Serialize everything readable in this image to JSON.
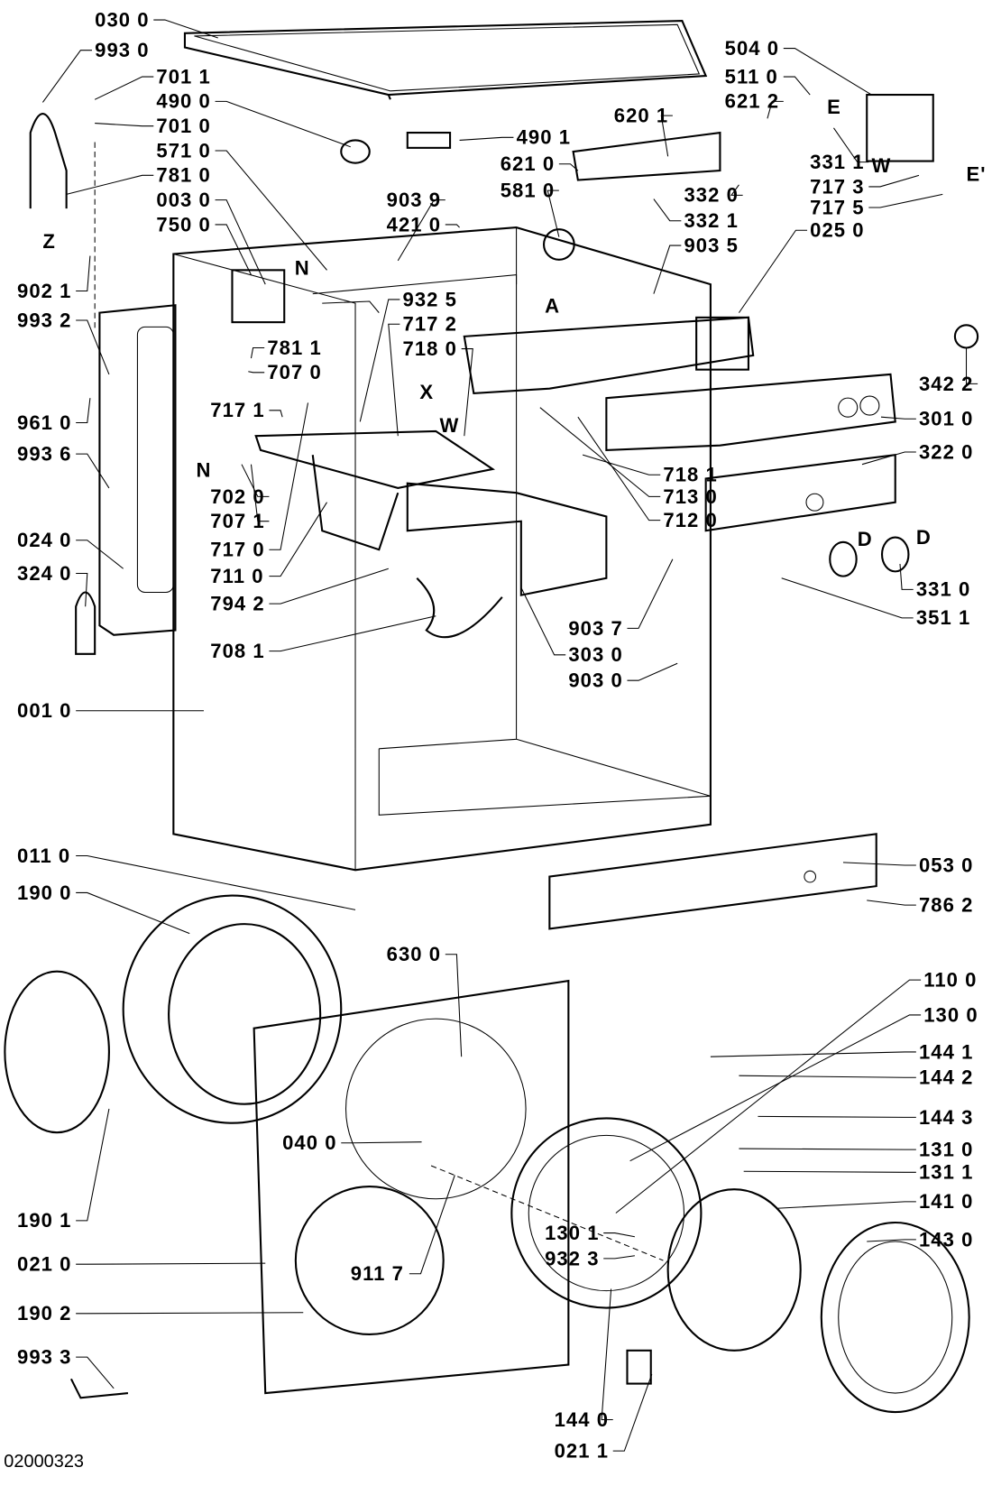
{
  "diagram": {
    "code": "02000323",
    "labels": [
      "030 0",
      "993 0",
      "701 1",
      "490 0",
      "701 0",
      "571 0",
      "781 0",
      "003 0",
      "750 0",
      "902 1",
      "993 2",
      "961 0",
      "993 6",
      "024 0",
      "324 0",
      "001 0",
      "011 0",
      "190 0",
      "190 1",
      "021 0",
      "190 2",
      "993 3",
      "490 1",
      "620 1",
      "621 2",
      "504 0",
      "511 0",
      "621 0",
      "581 0",
      "332 0",
      "332 1",
      "903 5",
      "331 1",
      "717 3",
      "717 5",
      "025 0",
      "903 9",
      "421 0",
      "932 5",
      "717 2",
      "718 0",
      "781 1",
      "707 0",
      "717 1",
      "702 0",
      "707 1",
      "717 0",
      "711 0",
      "794 2",
      "708 1",
      "342 2",
      "301 0",
      "322 0",
      "718 1",
      "713 0",
      "712 0",
      "331 0",
      "351 1",
      "903 7",
      "303 0",
      "903 0",
      "053 0",
      "786 2",
      "630 0",
      "110 0",
      "130 0",
      "144 1",
      "144 2",
      "144 3",
      "131 0",
      "131 1",
      "141 0",
      "143 0",
      "040 0",
      "130 1",
      "932 3",
      "911 7",
      "144 0",
      "021 1"
    ],
    "markers": [
      "Z",
      "N",
      "A",
      "E",
      "W",
      "E'",
      "X",
      "W",
      "N",
      "D",
      "D"
    ]
  }
}
